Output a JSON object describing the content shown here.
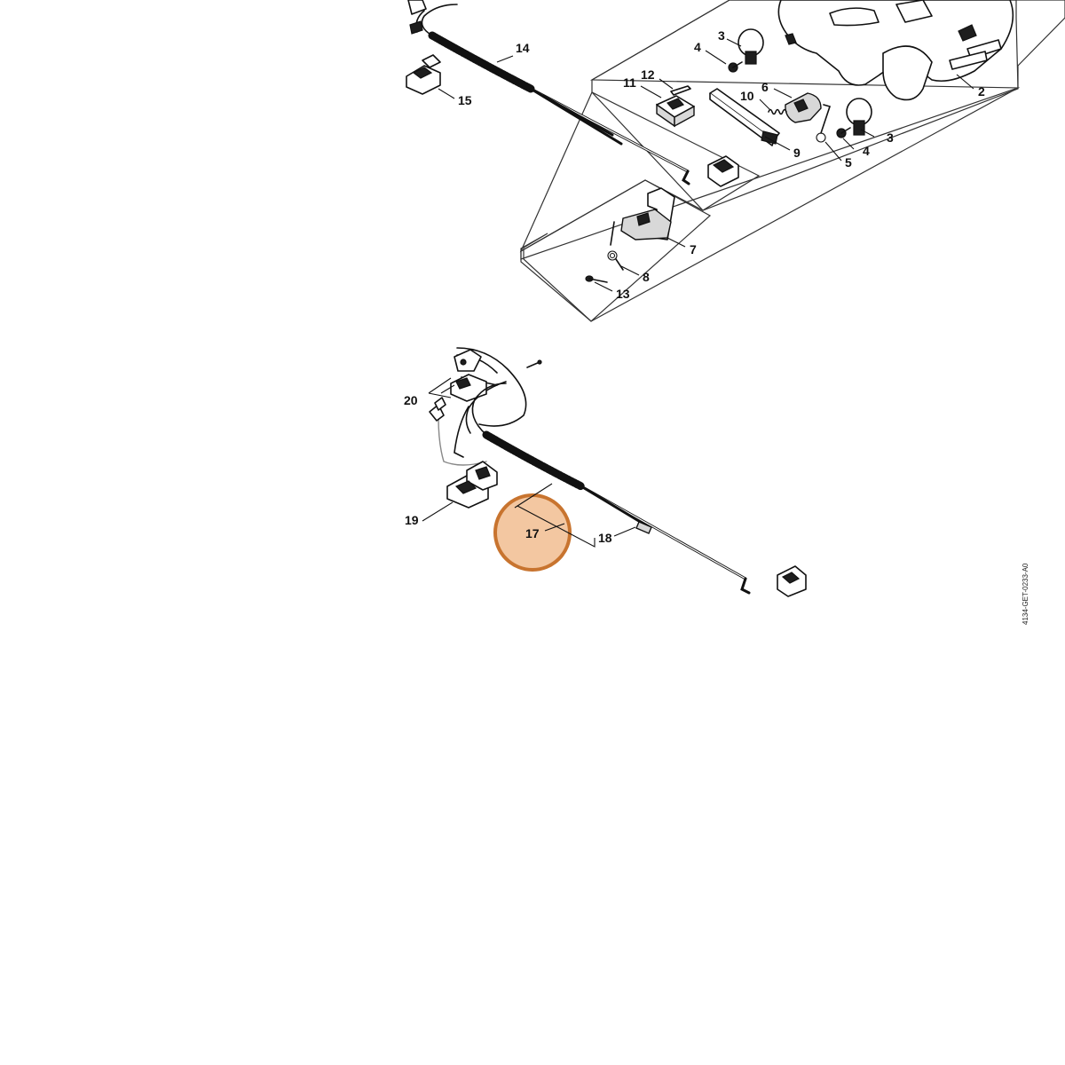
{
  "diagram": {
    "drawing_code": "4134-GET-0233-A0",
    "part_labels": {
      "p2": "2",
      "p3a": "3",
      "p3b": "3",
      "p4a": "4",
      "p4b": "4",
      "p5": "5",
      "p6": "6",
      "p7": "7",
      "p8": "8",
      "p9": "9",
      "p10": "10",
      "p11": "11",
      "p12": "12",
      "p13": "13",
      "p14": "14",
      "p15": "15",
      "p17": "17",
      "p18": "18",
      "p19": "19",
      "p20": "20"
    },
    "highlight": {
      "part": "17",
      "fill_color": "#f3c7a1",
      "stroke_color": "#c8742f"
    }
  }
}
